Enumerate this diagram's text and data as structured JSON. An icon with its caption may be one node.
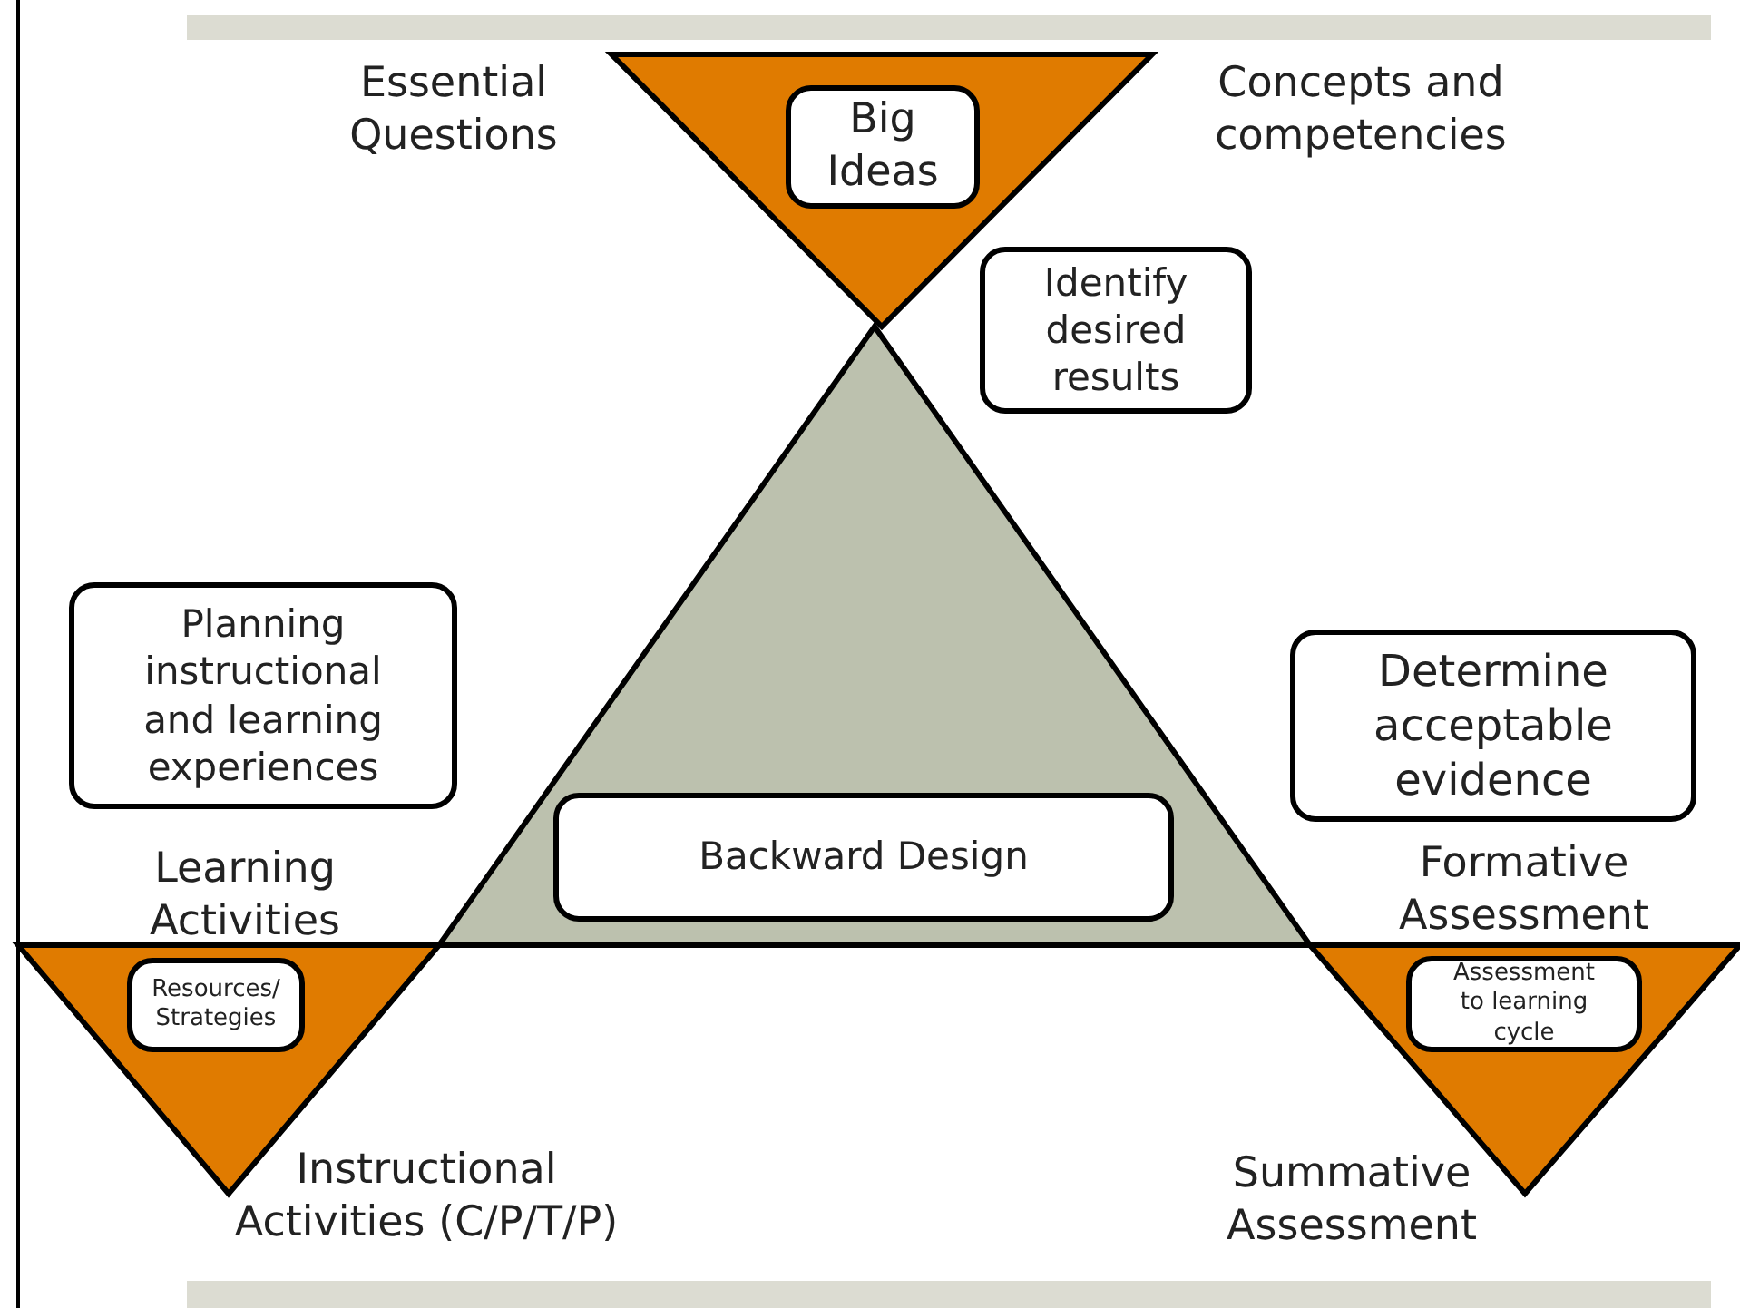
{
  "diagram": {
    "nodes": [
      {
        "text": [],
        "shape": "triangle"
      },
      {
        "text": [
          "Big Ideas"
        ],
        "in": 0
      },
      {
        "text": [
          "Identify desired results"
        ]
      },
      {
        "text": [],
        "shape": "triangle"
      },
      {
        "text": [
          "Backward Design"
        ],
        "in": 3
      },
      {
        "text": [
          "Planning instructional and learning experiences"
        ]
      },
      {
        "text": [
          "Determine acceptable evidence"
        ]
      },
      {
        "text": [],
        "shape": "triangle"
      },
      {
        "text": [
          "Resources/ Strategies"
        ],
        "in": 7
      },
      {
        "text": [],
        "shape": "triangle"
      },
      {
        "text": [
          "Assessment to learning cycle"
        ],
        "in": 9
      }
    ],
    "labels": [
      "Essential Questions",
      "Concepts and competencies",
      "Learning Activities",
      "Formative Assessment",
      "Instructional Activities (C/P/T/P)",
      "Summative Assessment"
    ]
  }
}
